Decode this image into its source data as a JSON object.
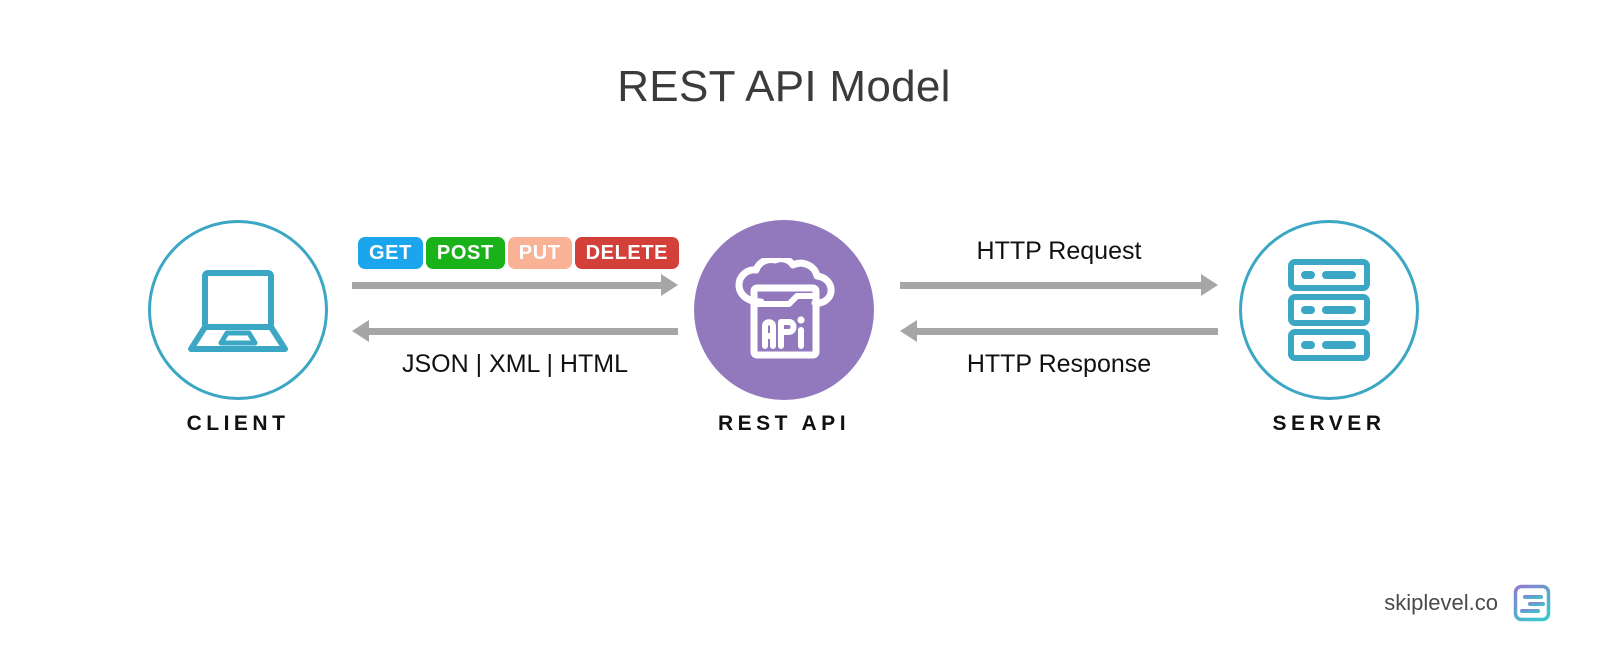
{
  "diagram": {
    "title": "REST API Model",
    "title_color": "#3b3b3b",
    "background": "#ffffff"
  },
  "nodes": [
    {
      "id": "client",
      "label": "CLIENT",
      "icon": "laptop-icon",
      "style": "outlined-circle",
      "color": "#3ba7c4"
    },
    {
      "id": "rest-api",
      "label": "REST API",
      "icon": "cloud-api-icon",
      "style": "filled-circle",
      "color": "#9279bd"
    },
    {
      "id": "server",
      "label": "SERVER",
      "icon": "server-rack-icon",
      "style": "outlined-circle",
      "color": "#3ba7c4"
    }
  ],
  "http_methods": [
    {
      "label": "GET",
      "color": "#1ba5ec"
    },
    {
      "label": "POST",
      "color": "#19b219"
    },
    {
      "label": "PUT",
      "color": "#f9b296"
    },
    {
      "label": "DELETE",
      "color": "#d3403a"
    }
  ],
  "edges": {
    "client_to_api_label": "",
    "api_to_client_label": "JSON | XML | HTML",
    "api_to_server_label": "HTTP Request",
    "server_to_api_label": "HTTP Response",
    "arrow_color": "#a6a6a6"
  },
  "footer": {
    "text": "skiplevel.co",
    "logo": "skiplevel-logo-icon",
    "logo_gradient_from": "#8e7bd0",
    "logo_gradient_to": "#3fc3cc"
  }
}
